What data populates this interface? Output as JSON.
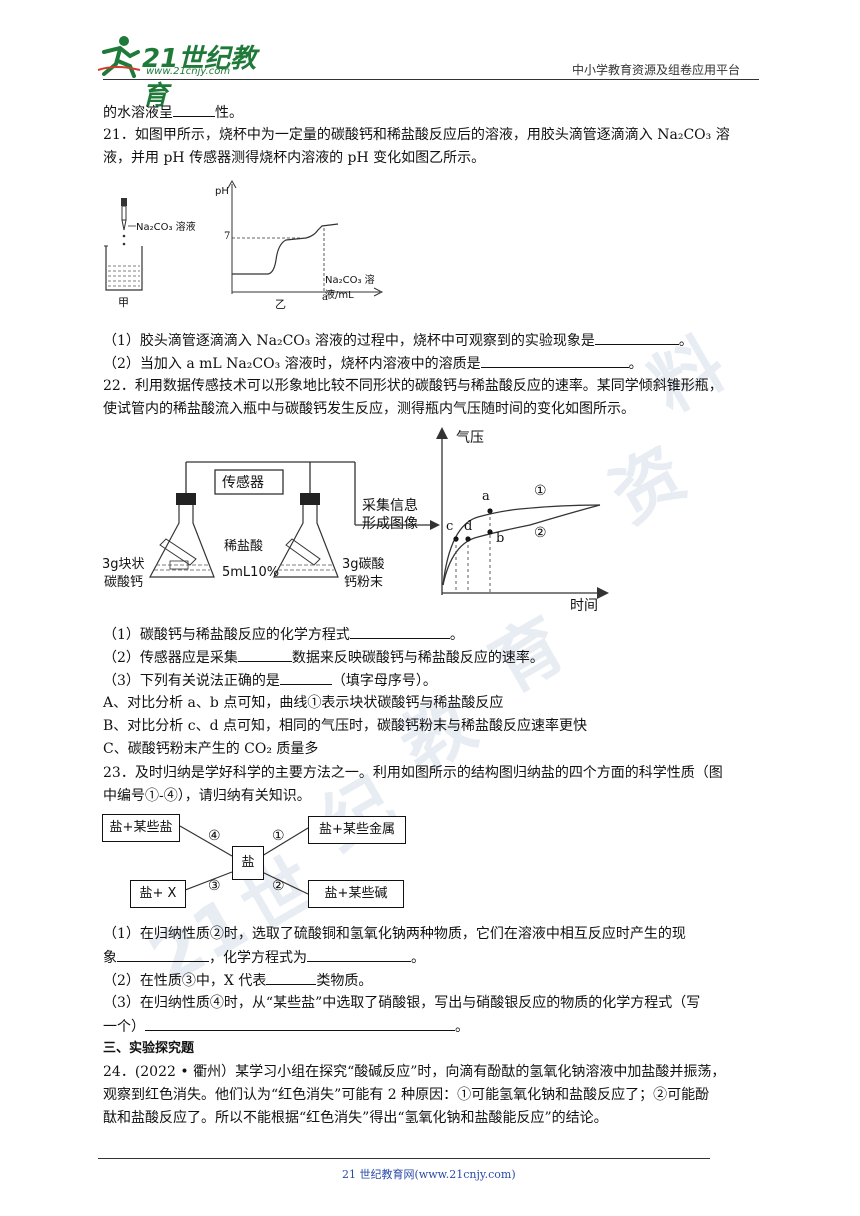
{
  "header": {
    "logo_text": "21世纪教育",
    "logo_url": "www.21cnjy.com",
    "platform": "中小学教育资源及组卷应用平台"
  },
  "watermark": [
    "21",
    "世",
    "纪",
    "教",
    "育",
    "资",
    "料"
  ],
  "q20_tail": {
    "text": "的水溶液呈",
    "suffix": "性。"
  },
  "q21": {
    "line1": "21．如图甲所示，烧杯中为一定量的碳酸钙和稀盐酸反应后的溶液，用胶头滴管逐滴滴入 Na₂CO₃ 溶",
    "line2": "液，并用 pH 传感器测得烧杯内溶液的 pH 变化如图乙所示。",
    "fig": {
      "dropper_label": "Na₂CO₃ 溶液",
      "jia": "甲",
      "ph": "pH",
      "seven": "7",
      "x_label": "Na₂CO₃ 溶液/mL",
      "yi": "乙",
      "a": "a"
    },
    "sub1": "（1）胶头滴管逐滴滴入 Na₂CO₃ 溶液的过程中，烧杯中可观察到的实验现象是",
    "sub1_end": "。",
    "sub2": "（2）当加入 a mL Na₂CO₃ 溶液时，烧杯内溶液中的溶质是",
    "sub2_end": "。"
  },
  "q22": {
    "line1": "22．利用数据传感技术可以形象地比较不同形状的碳酸钙与稀盐酸反应的速率。某同学倾斜锥形瓶，",
    "line2": "使试管内的稀盐酸流入瓶中与碳酸钙发生反应，测得瓶内气压随时间的变化如图所示。",
    "fig": {
      "sensor": "传感器",
      "collect1": "采集信息",
      "collect2": "形成图像",
      "left1": "3g块状",
      "left2": "碳酸钙",
      "acid1": "稀盐酸",
      "acid2": "5mL10%",
      "right1": "3g碳酸",
      "right2": "钙粉末",
      "y_label": "气压",
      "x_label": "时间",
      "curve1": "①",
      "curve2": "②",
      "a": "a",
      "b": "b",
      "c": "c",
      "d": "d"
    },
    "sub1": "（1）碳酸钙与稀盐酸反应的化学方程式",
    "sub1_end": "。",
    "sub2a": "（2）传感器应是采集",
    "sub2b": "数据来反映碳酸钙与稀盐酸反应的速率。",
    "sub3a": "（3）下列有关说法正确的是",
    "sub3b": "（填字母序号）。",
    "optA": "A、对比分析 a、b 点可知，曲线①表示块状碳酸钙与稀盐酸反应",
    "optB": "B、对比分析 c、d 点可知，相同的气压时，碳酸钙粉末与稀盐酸反应速率更快",
    "optC": "C、碳酸钙粉末产生的 CO₂ 质量多"
  },
  "q23": {
    "line1": "23．及时归纳是学好科学的主要方法之一。利用如图所示的结构图归纳盐的四个方面的科学性质（图",
    "line2": "中编号①-④），请归纳有关知识。",
    "fig": {
      "tl": "盐+某些盐",
      "tr": "盐+某些金属",
      "center": "盐",
      "bl": "盐+ X",
      "br": "盐+某些碱",
      "n1": "①",
      "n2": "②",
      "n3": "③",
      "n4": "④"
    },
    "sub1a": "（1）在归纳性质②时，选取了硫酸铜和氢氧化钠两种物质，它们在溶液中相互反应时产生的现",
    "sub1b": "象",
    "sub1c": "，化学方程式为",
    "sub1d": "。",
    "sub2a": "（2）在性质③中，X 代表",
    "sub2b": "类物质。",
    "sub3a": "（3）在归纳性质④时，从“某些盐”中选取了硝酸银，写出与硝酸银反应的物质的化学方程式（写",
    "sub3b": "一个）",
    "sub3c": "。"
  },
  "section3": "三、实验探究题",
  "q24": {
    "line1": "24．(2022 • 衢州）某学习小组在探究“酸碱反应”时，向滴有酚酞的氢氧化钠溶液中加盐酸并振荡，",
    "line2": "观察到红色消失。他们认为“红色消失”可能有 2 种原因：①可能氢氧化钠和盐酸反应了；②可能酚",
    "line3": "酞和盐酸反应了。所以不能根据“红色消失”得出“氢氧化钠和盐酸能反应”的结论。"
  },
  "footer": "21 世纪教育网(www.21cnjy.com)"
}
